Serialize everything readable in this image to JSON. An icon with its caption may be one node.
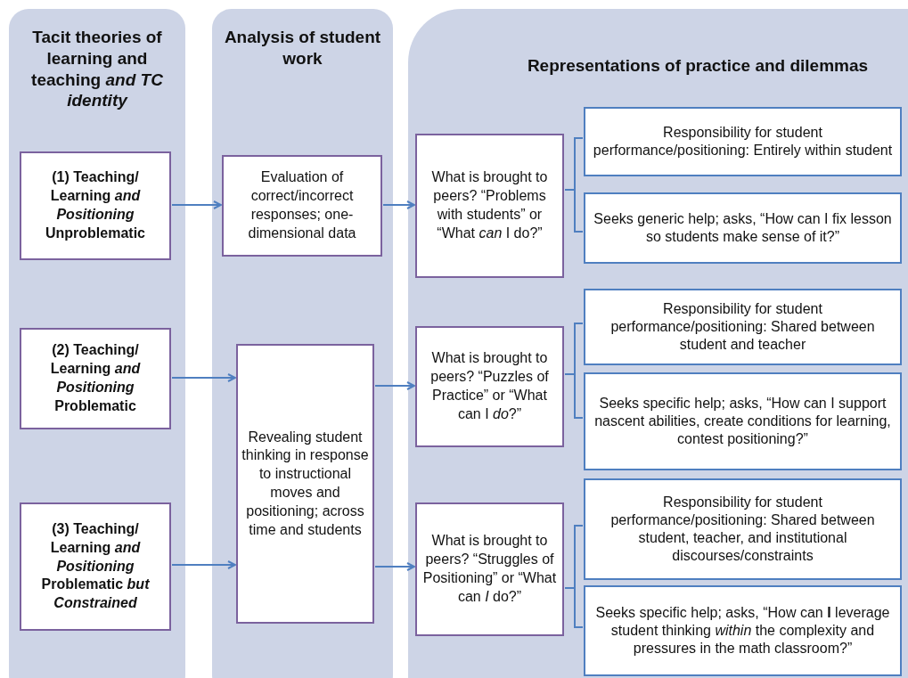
{
  "diagram": {
    "nodes": [
      {
        "text": [
          "Tacit theories of learning and teaching *and TC identity*"
        ]
      },
      {
        "text": [
          "Analysis of student work"
        ]
      },
      {
        "text": [
          "Representations of practice and dilemmas"
        ]
      },
      {
        "text": [
          "(1) Teaching/ Learning *and Positioning* Unproblematic"
        ],
        "in": 0
      },
      {
        "text": [
          "(2) Teaching/ Learning *and Positioning* Problematic"
        ],
        "in": 0
      },
      {
        "text": [
          "(3) Teaching/ Learning *and Positioning* Problematic *but Constrained*"
        ],
        "in": 0
      },
      {
        "text": [
          "Evaluation of correct/incorrect responses; one-dimensional data"
        ],
        "in": 1
      },
      {
        "text": [
          "Revealing student thinking in response to instructional moves and positioning; across time and students"
        ],
        "in": 1
      },
      {
        "text": [
          "What is brought to peers? “Problems with students” or “What *can* I do?”"
        ],
        "in": 2
      },
      {
        "text": [
          "Responsibility for student performance/positioning: Entirely within student"
        ],
        "in": 2
      },
      {
        "text": [
          "Seeks generic help; asks, “How can I fix lesson so students make sense of it?”"
        ],
        "in": 2
      },
      {
        "text": [
          "What is brought to peers? “Puzzles of Practice” or “What can I *do*?”"
        ],
        "in": 2
      },
      {
        "text": [
          "Responsibility for student performance/positioning:  Shared between student and teacher"
        ],
        "in": 2
      },
      {
        "text": [
          "Seeks specific help; asks, “How can I support nascent abilities, create conditions for learning, contest positioning?”"
        ],
        "in": 2
      },
      {
        "text": [
          "What is brought to peers? “Struggles of Positioning” or “What can *I* do?”"
        ],
        "in": 2
      },
      {
        "text": [
          "Responsibility for student performance/positioning:  Shared between student, teacher, and institutional discourses/constraints"
        ],
        "in": 2
      },
      {
        "text": [
          "Seeks specific help; asks, “How can **I** leverage  student thinking *within* the complexity and pressures in the math classroom?”"
        ],
        "in": 2
      }
    ],
    "edges": [
      {
        "from": 3,
        "to": 6,
        "arrow": "to"
      },
      {
        "from": 6,
        "to": 8,
        "arrow": "to"
      },
      {
        "from": 4,
        "to": 7,
        "arrow": "to"
      },
      {
        "from": 7,
        "to": 11,
        "arrow": "to"
      },
      {
        "from": 5,
        "to": 7,
        "arrow": "to"
      },
      {
        "from": 7,
        "to": 14,
        "arrow": "to"
      },
      {
        "from": 8,
        "to": 9,
        "arrow": "none"
      },
      {
        "from": 8,
        "to": 10,
        "arrow": "none"
      },
      {
        "from": 11,
        "to": 12,
        "arrow": "none"
      },
      {
        "from": 11,
        "to": 13,
        "arrow": "none"
      },
      {
        "from": 14,
        "to": 15,
        "arrow": "none"
      },
      {
        "from": 14,
        "to": 16,
        "arrow": "none"
      }
    ]
  }
}
